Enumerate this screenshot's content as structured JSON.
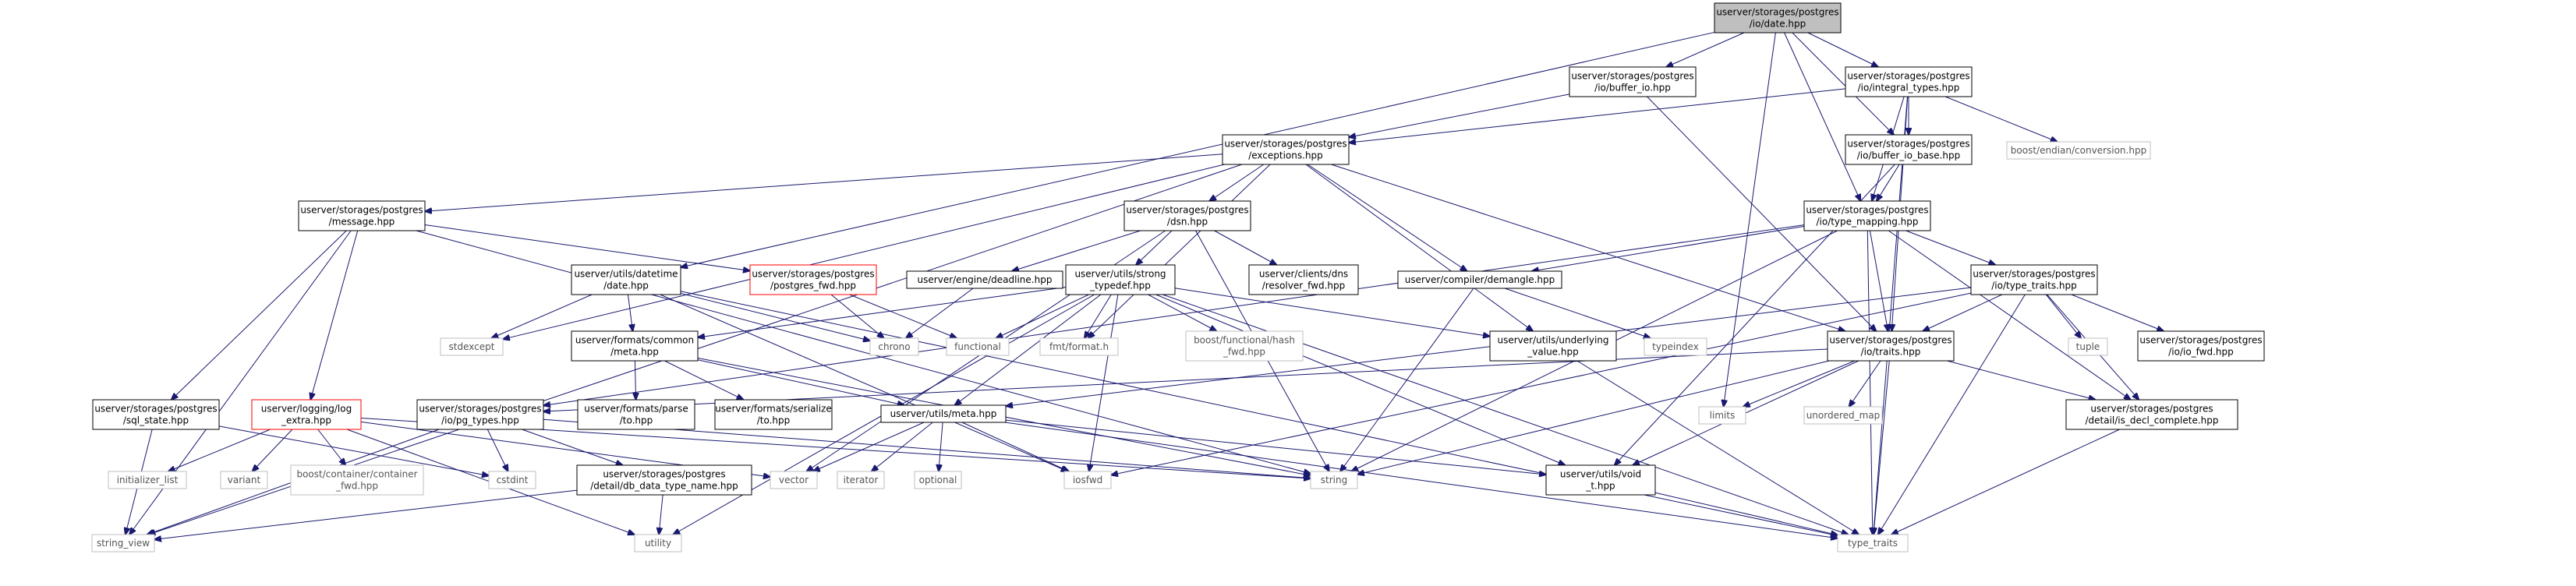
{
  "graph": {
    "nodes": [
      {
        "id": "root",
        "lines": [
          "userver/storages/postgres",
          "/io/date.hpp"
        ],
        "style": "root"
      },
      {
        "id": "buffer_io",
        "lines": [
          "userver/storages/postgres",
          "/io/buffer_io.hpp"
        ],
        "style": "local"
      },
      {
        "id": "integral_types",
        "lines": [
          "userver/storages/postgres",
          "/io/integral_types.hpp"
        ],
        "style": "local"
      },
      {
        "id": "exceptions",
        "lines": [
          "userver/storages/postgres",
          "/exceptions.hpp"
        ],
        "style": "local"
      },
      {
        "id": "buffer_io_base",
        "lines": [
          "userver/storages/postgres",
          "/io/buffer_io_base.hpp"
        ],
        "style": "local"
      },
      {
        "id": "boost_endian",
        "lines": [
          "boost/endian/conversion.hpp"
        ],
        "style": "ext"
      },
      {
        "id": "message",
        "lines": [
          "userver/storages/postgres",
          "/message.hpp"
        ],
        "style": "local"
      },
      {
        "id": "dsn",
        "lines": [
          "userver/storages/postgres",
          "/dsn.hpp"
        ],
        "style": "local"
      },
      {
        "id": "type_mapping",
        "lines": [
          "userver/storages/postgres",
          "/io/type_mapping.hpp"
        ],
        "style": "local"
      },
      {
        "id": "datetime_date",
        "lines": [
          "userver/utils/datetime",
          "/date.hpp"
        ],
        "style": "local"
      },
      {
        "id": "postgres_fwd",
        "lines": [
          "userver/storages/postgres",
          "/postgres_fwd.hpp"
        ],
        "style": "red"
      },
      {
        "id": "deadline",
        "lines": [
          "userver/engine/deadline.hpp"
        ],
        "style": "local"
      },
      {
        "id": "strong_typedef",
        "lines": [
          "userver/utils/strong",
          "_typedef.hpp"
        ],
        "style": "local"
      },
      {
        "id": "dns_resolver",
        "lines": [
          "userver/clients/dns",
          "/resolver_fwd.hpp"
        ],
        "style": "local"
      },
      {
        "id": "demangle",
        "lines": [
          "userver/compiler/demangle.hpp"
        ],
        "style": "local"
      },
      {
        "id": "type_traits_pg",
        "lines": [
          "userver/storages/postgres",
          "/io/type_traits.hpp"
        ],
        "style": "local"
      },
      {
        "id": "stdexcept",
        "lines": [
          "stdexcept"
        ],
        "style": "ext"
      },
      {
        "id": "formats_meta",
        "lines": [
          "userver/formats/common",
          "/meta.hpp"
        ],
        "style": "local"
      },
      {
        "id": "chrono",
        "lines": [
          "chrono"
        ],
        "style": "ext"
      },
      {
        "id": "functional",
        "lines": [
          "functional"
        ],
        "style": "ext"
      },
      {
        "id": "fmt_format",
        "lines": [
          "fmt/format.h"
        ],
        "style": "ext"
      },
      {
        "id": "boost_hash",
        "lines": [
          "boost/functional/hash",
          "_fwd.hpp"
        ],
        "style": "ext"
      },
      {
        "id": "underlying_value",
        "lines": [
          "userver/utils/underlying",
          "_value.hpp"
        ],
        "style": "local"
      },
      {
        "id": "typeindex",
        "lines": [
          "typeindex"
        ],
        "style": "ext"
      },
      {
        "id": "traits",
        "lines": [
          "userver/storages/postgres",
          "/io/traits.hpp"
        ],
        "style": "local"
      },
      {
        "id": "tuple",
        "lines": [
          "tuple"
        ],
        "style": "ext"
      },
      {
        "id": "io_fwd",
        "lines": [
          "userver/storages/postgres",
          "/io/io_fwd.hpp"
        ],
        "style": "local"
      },
      {
        "id": "sql_state",
        "lines": [
          "userver/storages/postgres",
          "/sql_state.hpp"
        ],
        "style": "local"
      },
      {
        "id": "log_extra",
        "lines": [
          "userver/logging/log",
          "_extra.hpp"
        ],
        "style": "red"
      },
      {
        "id": "pg_types",
        "lines": [
          "userver/storages/postgres",
          "/io/pg_types.hpp"
        ],
        "style": "local"
      },
      {
        "id": "formats_parse",
        "lines": [
          "userver/formats/parse",
          "/to.hpp"
        ],
        "style": "local"
      },
      {
        "id": "formats_serialize",
        "lines": [
          "userver/formats/serialize",
          "/to.hpp"
        ],
        "style": "local"
      },
      {
        "id": "utils_meta",
        "lines": [
          "userver/utils/meta.hpp"
        ],
        "style": "local"
      },
      {
        "id": "limits",
        "lines": [
          "limits"
        ],
        "style": "ext"
      },
      {
        "id": "unordered_map",
        "lines": [
          "unordered_map"
        ],
        "style": "ext"
      },
      {
        "id": "is_decl_complete",
        "lines": [
          "userver/storages/postgres",
          "/detail/is_decl_complete.hpp"
        ],
        "style": "local"
      },
      {
        "id": "initializer_list",
        "lines": [
          "initializer_list"
        ],
        "style": "ext"
      },
      {
        "id": "variant",
        "lines": [
          "variant"
        ],
        "style": "ext"
      },
      {
        "id": "boost_container",
        "lines": [
          "boost/container/container",
          "_fwd.hpp"
        ],
        "style": "ext"
      },
      {
        "id": "cstdint",
        "lines": [
          "cstdint"
        ],
        "style": "ext"
      },
      {
        "id": "db_data_type_name",
        "lines": [
          "userver/storages/postgres",
          "/detail/db_data_type_name.hpp"
        ],
        "style": "local"
      },
      {
        "id": "vector",
        "lines": [
          "vector"
        ],
        "style": "ext"
      },
      {
        "id": "iterator",
        "lines": [
          "iterator"
        ],
        "style": "ext"
      },
      {
        "id": "optional",
        "lines": [
          "optional"
        ],
        "style": "ext"
      },
      {
        "id": "iosfwd",
        "lines": [
          "iosfwd"
        ],
        "style": "ext"
      },
      {
        "id": "string",
        "lines": [
          "string"
        ],
        "style": "ext"
      },
      {
        "id": "void_t",
        "lines": [
          "userver/utils/void",
          "_t.hpp"
        ],
        "style": "local"
      },
      {
        "id": "string_view",
        "lines": [
          "string_view"
        ],
        "style": "ext"
      },
      {
        "id": "utility",
        "lines": [
          "utility"
        ],
        "style": "ext"
      },
      {
        "id": "std_type_traits",
        "lines": [
          "type_traits"
        ],
        "style": "ext"
      }
    ],
    "edges": [
      [
        "root",
        "buffer_io"
      ],
      [
        "root",
        "integral_types"
      ],
      [
        "root",
        "buffer_io_base"
      ],
      [
        "root",
        "type_mapping"
      ],
      [
        "root",
        "datetime_date"
      ],
      [
        "root",
        "limits"
      ],
      [
        "buffer_io",
        "exceptions"
      ],
      [
        "buffer_io",
        "traits"
      ],
      [
        "integral_types",
        "exceptions"
      ],
      [
        "integral_types",
        "buffer_io_base"
      ],
      [
        "integral_types",
        "boost_endian"
      ],
      [
        "integral_types",
        "type_mapping"
      ],
      [
        "integral_types",
        "traits"
      ],
      [
        "integral_types",
        "std_type_traits"
      ],
      [
        "buffer_io_base",
        "type_mapping"
      ],
      [
        "buffer_io_base",
        "void_t"
      ],
      [
        "exceptions",
        "message"
      ],
      [
        "exceptions",
        "dsn"
      ],
      [
        "exceptions",
        "stdexcept"
      ],
      [
        "exceptions",
        "string_view"
      ],
      [
        "exceptions",
        "fmt_format"
      ],
      [
        "exceptions",
        "demangle"
      ],
      [
        "exceptions",
        "underlying_value"
      ],
      [
        "exceptions",
        "traits"
      ],
      [
        "message",
        "postgres_fwd"
      ],
      [
        "message",
        "sql_state"
      ],
      [
        "message",
        "log_extra"
      ],
      [
        "message",
        "string"
      ],
      [
        "message",
        "string_view"
      ],
      [
        "dsn",
        "deadline"
      ],
      [
        "dsn",
        "strong_typedef"
      ],
      [
        "dsn",
        "dns_resolver"
      ],
      [
        "dsn",
        "string"
      ],
      [
        "dsn",
        "vector"
      ],
      [
        "type_mapping",
        "demangle"
      ],
      [
        "type_mapping",
        "type_traits_pg"
      ],
      [
        "type_mapping",
        "traits"
      ],
      [
        "type_mapping",
        "pg_types"
      ],
      [
        "type_mapping",
        "is_decl_complete"
      ],
      [
        "type_mapping",
        "string"
      ],
      [
        "type_mapping",
        "std_type_traits"
      ],
      [
        "datetime_date",
        "stdexcept"
      ],
      [
        "datetime_date",
        "formats_meta"
      ],
      [
        "datetime_date",
        "chrono"
      ],
      [
        "datetime_date",
        "iosfwd"
      ],
      [
        "datetime_date",
        "std_type_traits"
      ],
      [
        "postgres_fwd",
        "chrono"
      ],
      [
        "postgres_fwd",
        "functional"
      ],
      [
        "deadline",
        "chrono"
      ],
      [
        "strong_typedef",
        "functional"
      ],
      [
        "strong_typedef",
        "fmt_format"
      ],
      [
        "strong_typedef",
        "boost_hash"
      ],
      [
        "strong_typedef",
        "underlying_value"
      ],
      [
        "strong_typedef",
        "utils_meta"
      ],
      [
        "strong_typedef",
        "void_t"
      ],
      [
        "strong_typedef",
        "iosfwd"
      ],
      [
        "strong_typedef",
        "utility"
      ],
      [
        "strong_typedef",
        "std_type_traits"
      ],
      [
        "strong_typedef",
        "formats_meta"
      ],
      [
        "demangle",
        "string"
      ],
      [
        "demangle",
        "typeindex"
      ],
      [
        "type_traits_pg",
        "traits"
      ],
      [
        "type_traits_pg",
        "tuple"
      ],
      [
        "type_traits_pg",
        "io_fwd"
      ],
      [
        "type_traits_pg",
        "is_decl_complete"
      ],
      [
        "type_traits_pg",
        "utils_meta"
      ],
      [
        "type_traits_pg",
        "iosfwd"
      ],
      [
        "type_traits_pg",
        "std_type_traits"
      ],
      [
        "formats_meta",
        "formats_parse"
      ],
      [
        "formats_meta",
        "formats_serialize"
      ],
      [
        "formats_meta",
        "utils_meta"
      ],
      [
        "formats_meta",
        "string"
      ],
      [
        "underlying_value",
        "std_type_traits"
      ],
      [
        "traits",
        "limits"
      ],
      [
        "traits",
        "unordered_map"
      ],
      [
        "traits",
        "is_decl_complete"
      ],
      [
        "traits",
        "void_t"
      ],
      [
        "traits",
        "string"
      ],
      [
        "traits",
        "std_type_traits"
      ],
      [
        "traits",
        "pg_types"
      ],
      [
        "sql_state",
        "string_view"
      ],
      [
        "sql_state",
        "cstdint"
      ],
      [
        "log_extra",
        "initializer_list"
      ],
      [
        "log_extra",
        "variant"
      ],
      [
        "log_extra",
        "boost_container"
      ],
      [
        "log_extra",
        "vector"
      ],
      [
        "log_extra",
        "utility"
      ],
      [
        "log_extra",
        "string"
      ],
      [
        "pg_types",
        "cstdint"
      ],
      [
        "pg_types",
        "db_data_type_name"
      ],
      [
        "pg_types",
        "string"
      ],
      [
        "pg_types",
        "string_view"
      ],
      [
        "utils_meta",
        "vector"
      ],
      [
        "utils_meta",
        "iterator"
      ],
      [
        "utils_meta",
        "optional"
      ],
      [
        "utils_meta",
        "iosfwd"
      ],
      [
        "utils_meta",
        "void_t"
      ],
      [
        "utils_meta",
        "std_type_traits"
      ],
      [
        "is_decl_complete",
        "std_type_traits"
      ],
      [
        "db_data_type_name",
        "string_view"
      ],
      [
        "db_data_type_name",
        "utility"
      ],
      [
        "void_t",
        "std_type_traits"
      ]
    ]
  }
}
